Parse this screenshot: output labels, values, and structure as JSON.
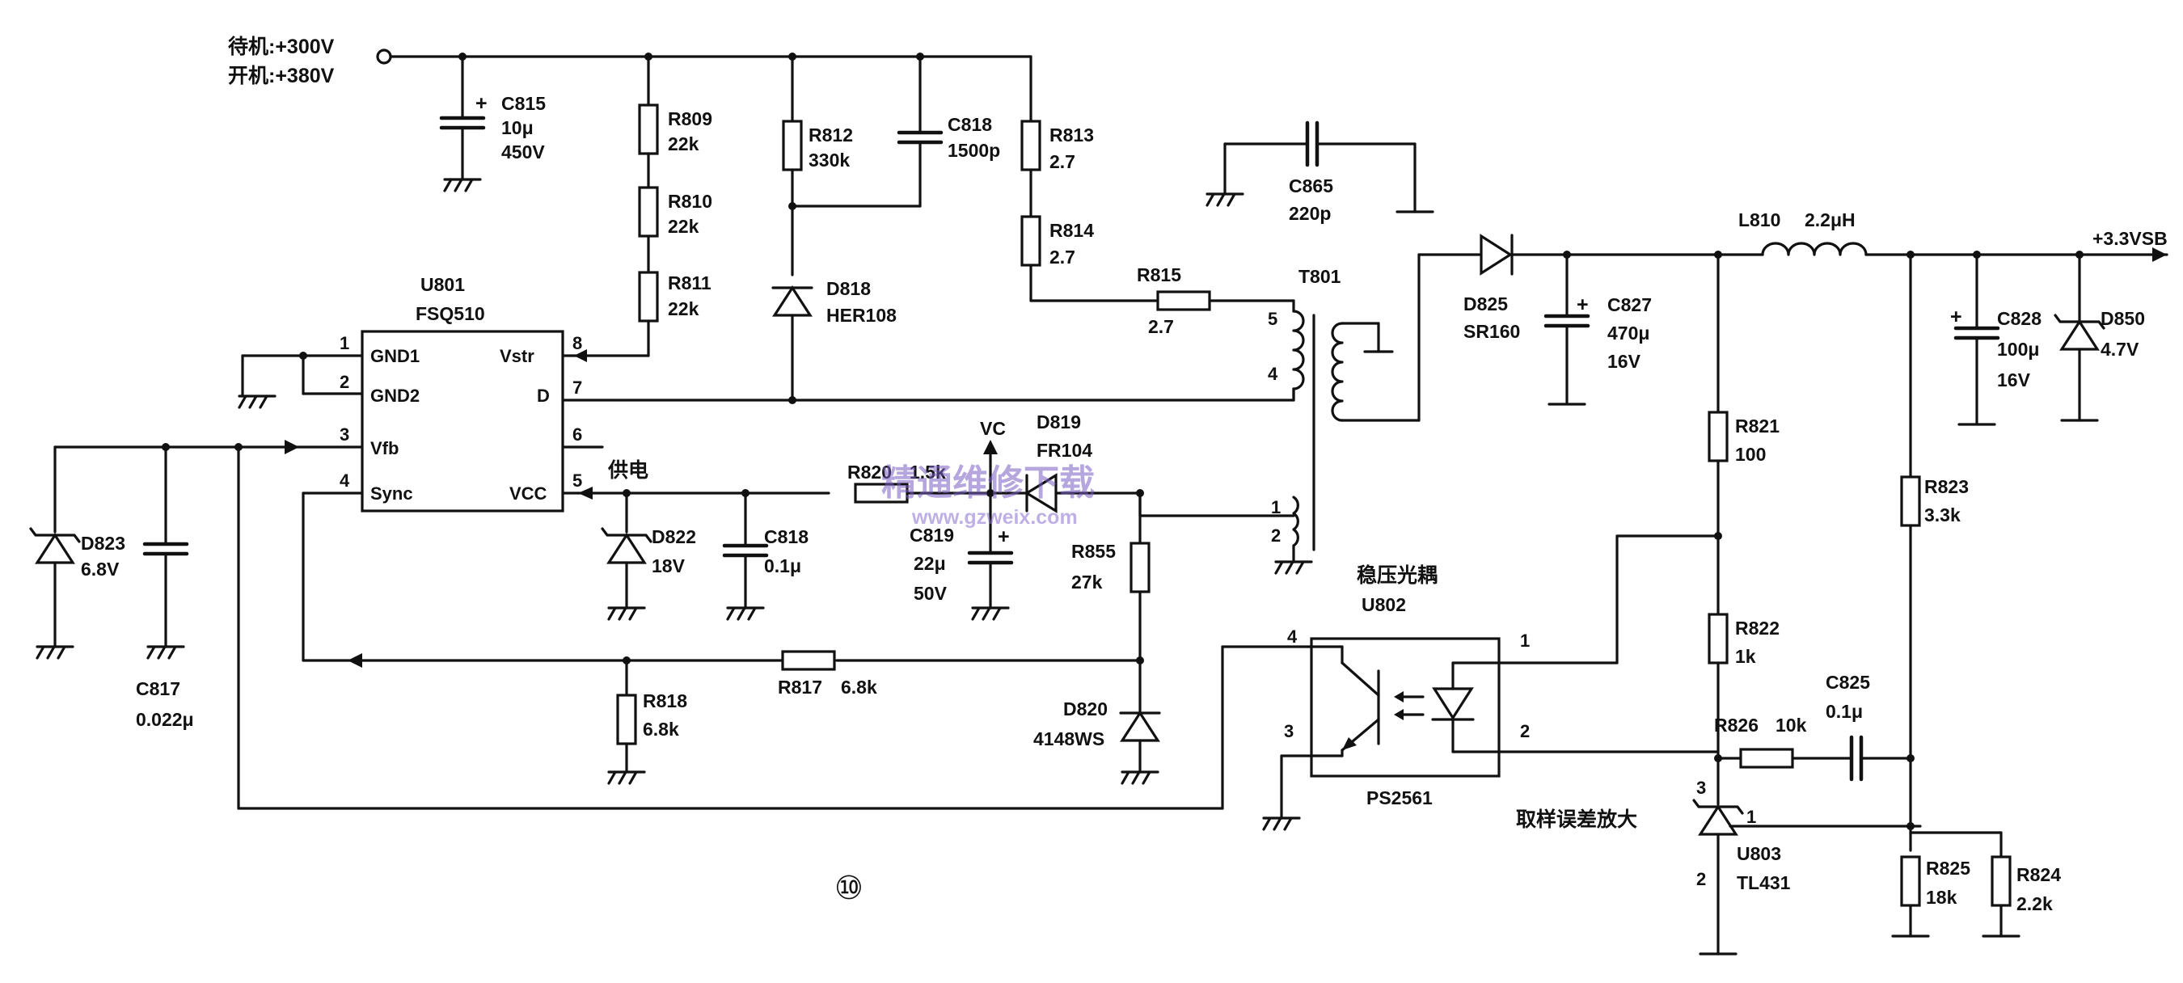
{
  "supply": {
    "standby": "待机:+300V",
    "on": "开机:+380V"
  },
  "output": {
    "label": "+3.3VSB"
  },
  "ic_u801": {
    "ref": "U801",
    "part": "FSQ510",
    "pins": {
      "p1": {
        "num": "1",
        "name": "GND1"
      },
      "p2": {
        "num": "2",
        "name": "GND2"
      },
      "p3": {
        "num": "3",
        "name": "Vfb"
      },
      "p4": {
        "num": "4",
        "name": "Sync"
      },
      "p5": {
        "num": "5",
        "name": "VCC"
      },
      "p6": {
        "num": "6",
        "name": ""
      },
      "p7": {
        "num": "7",
        "name": "D"
      },
      "p8": {
        "num": "8",
        "name": "Vstr"
      }
    }
  },
  "labels": {
    "power_supply": "供电",
    "vc": "VC",
    "opto_title": "稳压光耦",
    "error_amp": "取样误差放大",
    "figure_number": "⑩"
  },
  "components": {
    "c815": {
      "ref": "C815",
      "v1": "10μ",
      "v2": "450V"
    },
    "r809": {
      "ref": "R809",
      "v1": "22k"
    },
    "r810": {
      "ref": "R810",
      "v1": "22k"
    },
    "r811": {
      "ref": "R811",
      "v1": "22k"
    },
    "r812": {
      "ref": "R812",
      "v1": "330k"
    },
    "c818a": {
      "ref": "C818",
      "v1": "1500p"
    },
    "d818": {
      "ref": "D818",
      "v1": "HER108"
    },
    "r813": {
      "ref": "R813",
      "v1": "2.7"
    },
    "r814": {
      "ref": "R814",
      "v1": "2.7"
    },
    "r815": {
      "ref": "R815",
      "v1": "2.7"
    },
    "t801": {
      "ref": "T801",
      "p5": "5",
      "p4": "4",
      "p1": "1",
      "p2": "2"
    },
    "c865": {
      "ref": "C865",
      "v1": "220p"
    },
    "d825": {
      "ref": "D825",
      "v1": "SR160"
    },
    "c827": {
      "ref": "C827",
      "v1": "470μ",
      "v2": "16V"
    },
    "l810": {
      "ref": "L810",
      "v1": "2.2μH"
    },
    "c828": {
      "ref": "C828",
      "v1": "100μ",
      "v2": "16V"
    },
    "d850": {
      "ref": "D850",
      "v1": "4.7V"
    },
    "r821": {
      "ref": "R821",
      "v1": "100"
    },
    "r823": {
      "ref": "R823",
      "v1": "3.3k"
    },
    "r822": {
      "ref": "R822",
      "v1": "1k"
    },
    "c825": {
      "ref": "C825",
      "v1": "0.1μ"
    },
    "r826": {
      "ref": "R826",
      "v1": "10k"
    },
    "u803": {
      "ref": "U803",
      "v1": "TL431",
      "p1": "1",
      "p2": "2",
      "p3": "3"
    },
    "r825": {
      "ref": "R825",
      "v1": "18k"
    },
    "r824": {
      "ref": "R824",
      "v1": "2.2k"
    },
    "u802": {
      "ref": "U802",
      "v1": "PS2561",
      "p1": "1",
      "p2": "2",
      "p3": "3",
      "p4": "4"
    },
    "d823": {
      "ref": "D823",
      "v1": "6.8V"
    },
    "c817": {
      "ref": "C817",
      "v1": "0.022μ"
    },
    "d822": {
      "ref": "D822",
      "v1": "18V"
    },
    "c818b": {
      "ref": "C818",
      "v1": "0.1μ"
    },
    "r820": {
      "ref": "R820",
      "v1": "1.5k"
    },
    "d819": {
      "ref": "D819",
      "v1": "FR104"
    },
    "c819": {
      "ref": "C819",
      "v1": "22μ",
      "v2": "50V"
    },
    "r855": {
      "ref": "R855",
      "v1": "27k"
    },
    "r818": {
      "ref": "R818",
      "v1": "6.8k"
    },
    "r817": {
      "ref": "R817",
      "v1": "6.8k"
    },
    "d820": {
      "ref": "D820",
      "v1": "4148WS"
    }
  },
  "watermark": {
    "cn": "精通维修下载",
    "url": "www.gzweix.com"
  }
}
